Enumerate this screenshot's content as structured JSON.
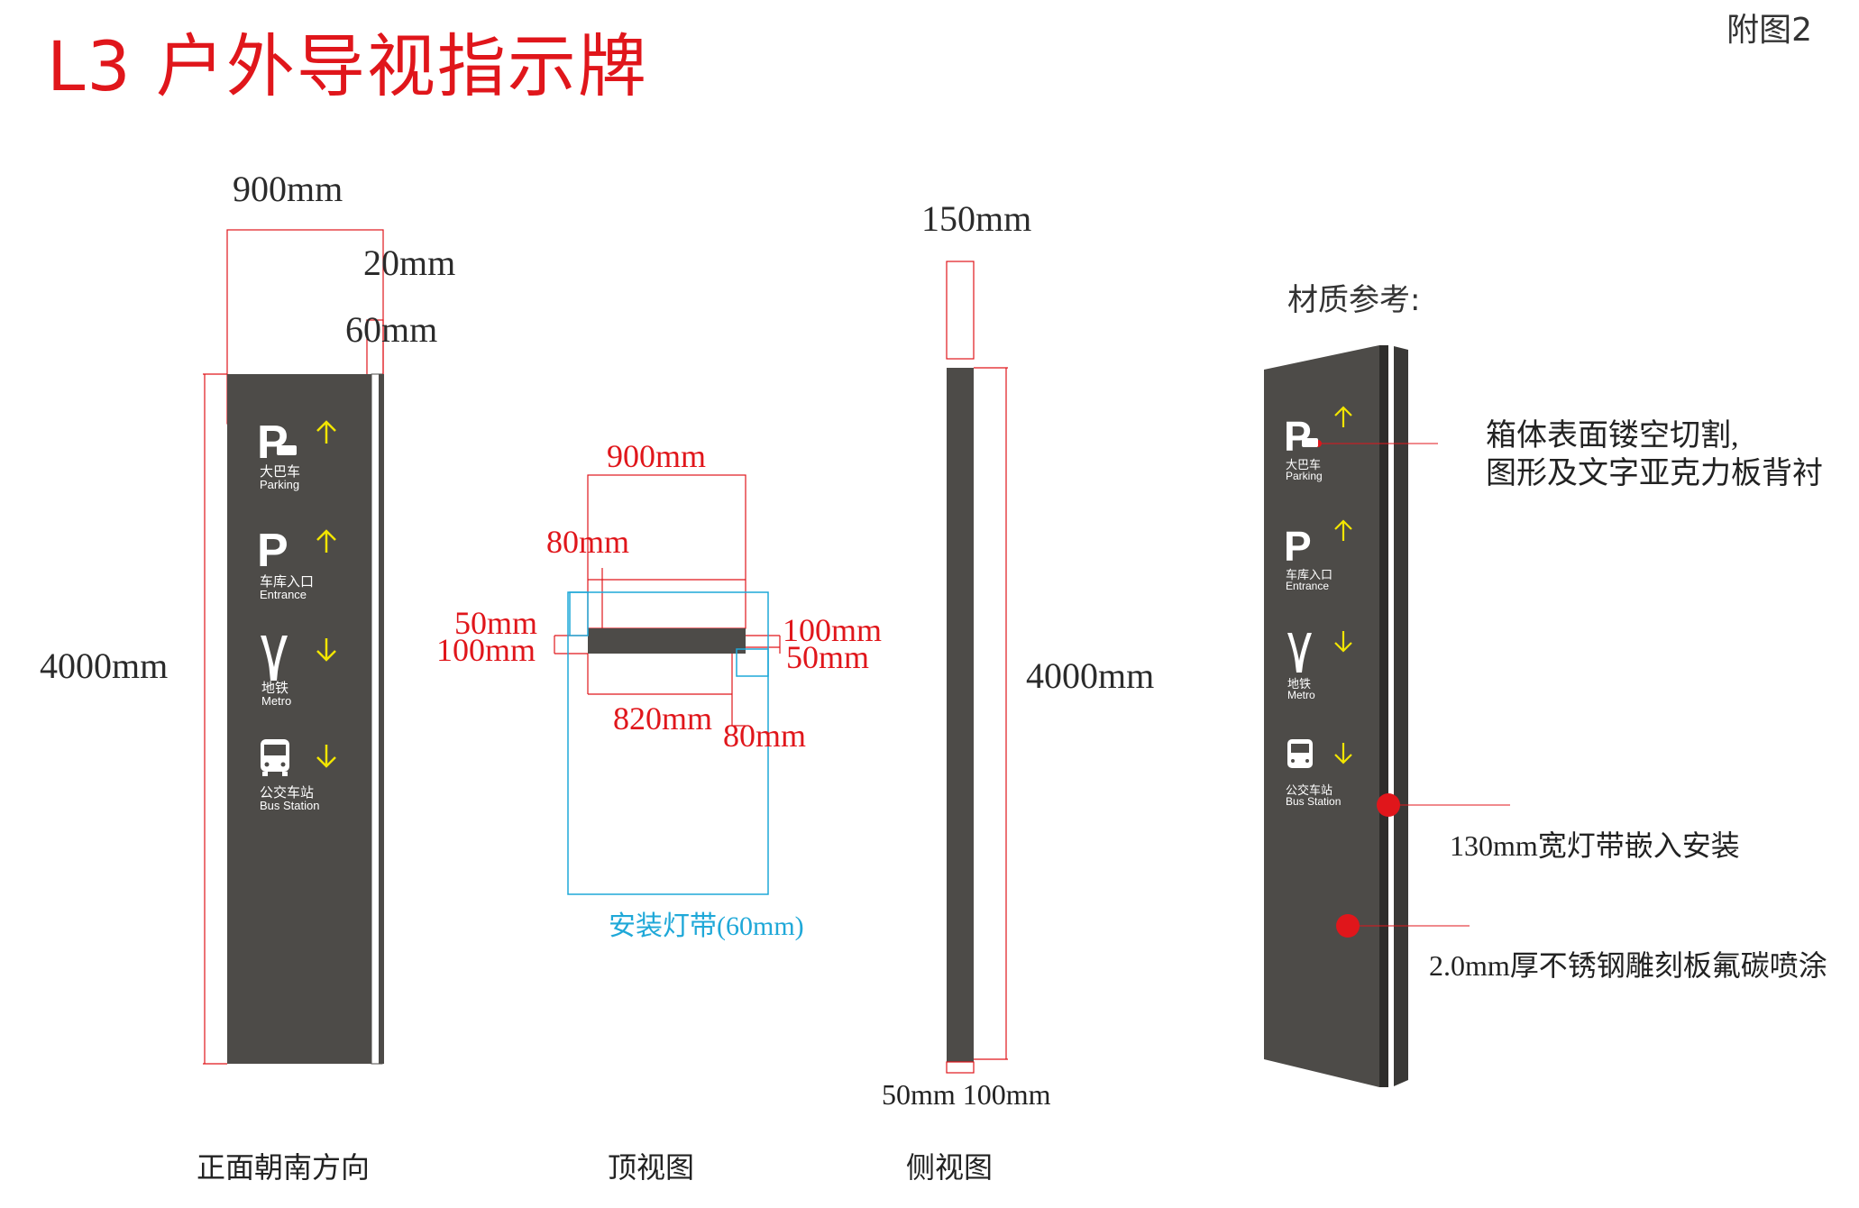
{
  "title": "L3 户外导视指示牌",
  "figure_no": "附图2",
  "colors": {
    "red": "#e0161b",
    "blue": "#1fa8d8",
    "panel": "#4d4b48",
    "arrow": "#f2e500"
  },
  "front": {
    "width_dim": "900mm",
    "offset_dim_1": "20mm",
    "offset_dim_2": "60mm",
    "height_dim": "4000mm",
    "caption": "正面朝南方向"
  },
  "sign_items": [
    {
      "icon": "parking-bus-icon",
      "cn": "大巴车",
      "en": "Parking",
      "arrow": "up"
    },
    {
      "icon": "parking-icon",
      "cn": "车库入口",
      "en": "Entrance",
      "arrow": "up"
    },
    {
      "icon": "metro-icon",
      "cn": "地铁",
      "en": "Metro",
      "arrow": "down"
    },
    {
      "icon": "bus-icon",
      "cn": "公交车站",
      "en": "Bus Station",
      "arrow": "down"
    }
  ],
  "top": {
    "width_dim": "900mm",
    "dim_80_top": "80mm",
    "dim_50_left": "50mm",
    "dim_100_left": "100mm",
    "dim_100_right": "100mm",
    "dim_50_right": "50mm",
    "dim_820": "820mm",
    "dim_80_bottom": "80mm",
    "light_strip": "安装灯带(60mm)",
    "caption": "顶视图"
  },
  "side": {
    "width_dim": "150mm",
    "height_dim": "4000mm",
    "bottom_dims": "50mm 100mm",
    "caption": "侧视图"
  },
  "material": {
    "heading": "材质参考:",
    "note_1_line1": "箱体表面镂空切割,",
    "note_1_line2": "图形及文字亚克力板背衬",
    "note_2": "130mm宽灯带嵌入安装",
    "note_3": "2.0mm厚不锈钢雕刻板氟碳喷涂"
  }
}
